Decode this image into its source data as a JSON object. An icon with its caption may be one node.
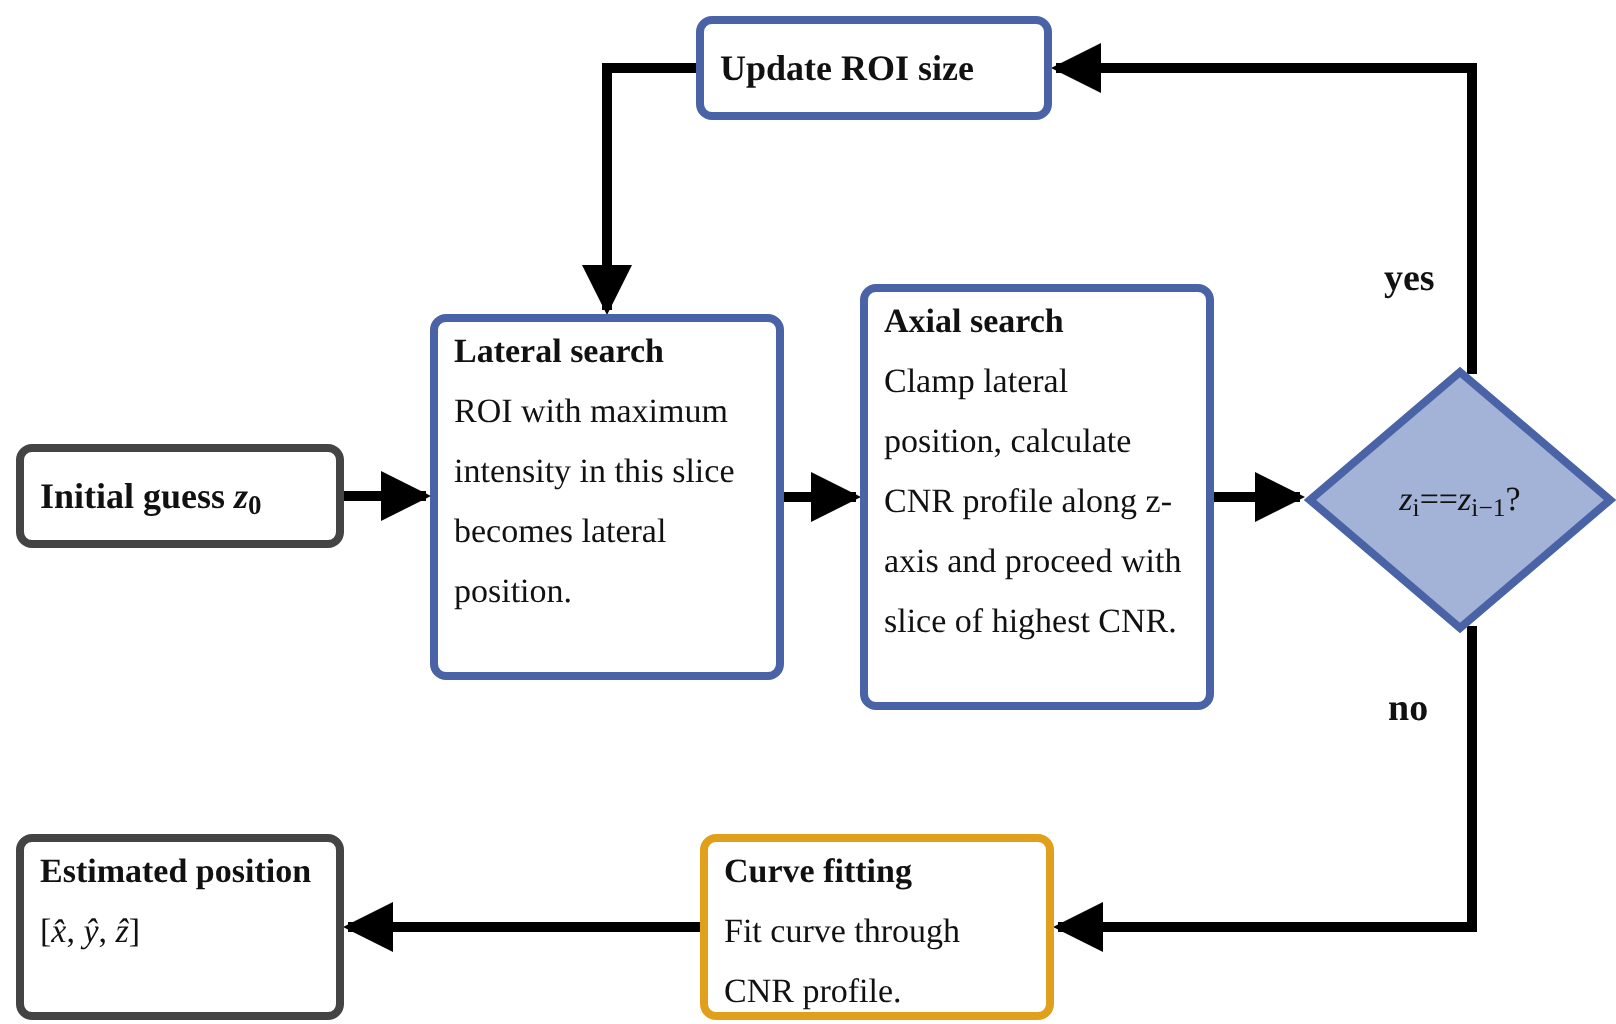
{
  "diagram": {
    "nodes": [
      {
        "text": [
          "Initial guess *z*$_{0}$"
        ]
      },
      {
        "text": [
          "Lateral search",
          "ROI with maximum intensity in this slice becomes lateral position."
        ]
      },
      {
        "text": [
          "Axial search",
          "Clamp lateral position, calculate CNR profile along z-axis and proceed with slice of highest CNR."
        ]
      },
      {
        "text": [
          "*z*$_{i}$==*z*$_{i−1}$?"
        ]
      },
      {
        "text": [
          "Update ROI size"
        ]
      },
      {
        "text": [
          "Curve fitting",
          "Fit curve through CNR profile."
        ]
      },
      {
        "text": [
          "Estimated position",
          "[*x̂*, *ŷ*, *ẑ*]"
        ]
      }
    ],
    "edges": [
      {
        "from": 0,
        "to": 1,
        "arrow": "to"
      },
      {
        "from": 1,
        "to": 2,
        "arrow": "to"
      },
      {
        "from": 2,
        "to": 3,
        "arrow": "to"
      },
      {
        "from": 3,
        "to": 4,
        "arrow": "to",
        "label": "yes"
      },
      {
        "from": 4,
        "to": 1,
        "arrow": "to"
      },
      {
        "from": 3,
        "to": 5,
        "arrow": "to",
        "label": "no"
      },
      {
        "from": 5,
        "to": 6,
        "arrow": "to"
      }
    ]
  }
}
